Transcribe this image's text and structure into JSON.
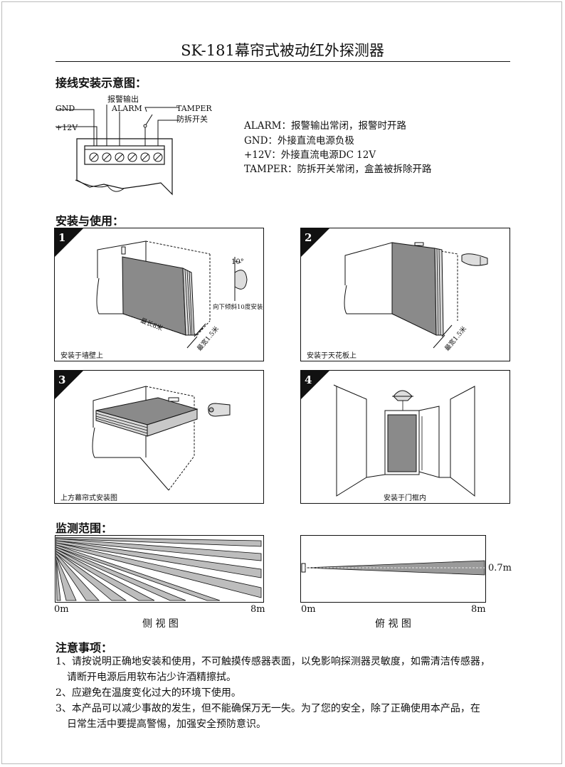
{
  "title": "SK-181幕帘式被动红外探测器",
  "wiring": {
    "heading": "接线安装示意图：",
    "labels": {
      "gnd": "GND",
      "alarm_cn": "报警输出",
      "alarm": "ALARM",
      "tamper": "TAMPER",
      "tamper_cn": "防拆开关",
      "v12": "+12V"
    },
    "descriptions": [
      "ALARM：报警输出常闭，报警时开路",
      "GND：外接直流电源负极",
      "+12V：外接直流电源DC 12V",
      "TAMPER：防拆开关常闭，盒盖被拆除开路"
    ]
  },
  "install": {
    "heading": "安装与使用：",
    "panels": [
      {
        "num": "1",
        "caption": "安装于墙壁上",
        "len": "最长8米",
        "wide": "最宽1.5米",
        "tilt_note": "向下倾斜10度安装",
        "angle": "10°"
      },
      {
        "num": "2",
        "caption": "安装于天花板上",
        "wide": "最宽1.5米"
      },
      {
        "num": "3",
        "caption": "上方幕帘式安装图"
      },
      {
        "num": "4",
        "caption": "安装于门框内"
      }
    ]
  },
  "range": {
    "heading": "监测范围：",
    "side": {
      "start": "0m",
      "end": "8m",
      "label": "侧 视 图"
    },
    "top": {
      "start": "0m",
      "end": "8m",
      "label": "俯 视 图",
      "width": "0.7m"
    }
  },
  "notes": {
    "heading": "注意事项：",
    "items": [
      {
        "num": "1、",
        "text": "请按说明正确地安装和使用，不可触摸传感器表面，以免影响探测器灵敏度，如需清洁传感器，",
        "cont": "请断开电源后用软布沾少许酒精擦拭。"
      },
      {
        "num": "2、",
        "text": "应避免在温度变化过大的环境下使用。"
      },
      {
        "num": "3、",
        "text": "本产品可以减少事故的发生，但不能确保万无一失。为了您的安全，除了正确使用本产品，在",
        "cont": "日常生活中要提高警惕，加强安全预防意识。"
      }
    ]
  }
}
